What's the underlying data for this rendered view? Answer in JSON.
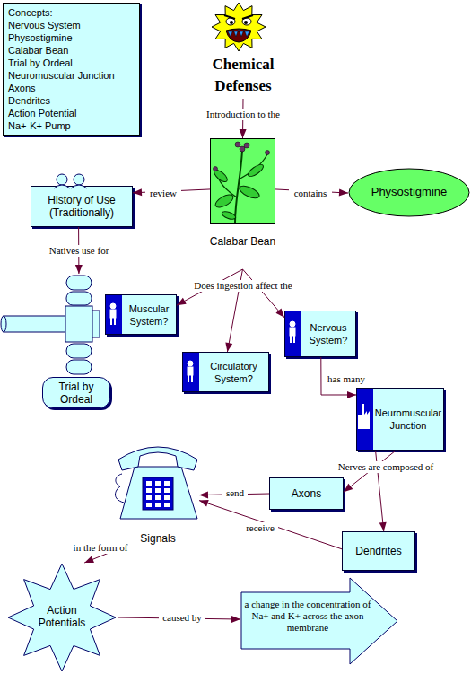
{
  "diagram": {
    "nodes": [
      {
        "text": [
          "Concepts:",
          "Nervous System",
          "Physostigmine",
          "Calabar Bean",
          "Trial by Ordeal",
          "Neuromuscular Junction",
          "Axons",
          "Dendrites",
          "Action Potential",
          "Na+-K+ Pump"
        ]
      },
      {
        "text": [
          "Chemical Defenses"
        ]
      },
      {
        "text": [
          "Calabar Bean"
        ]
      },
      {
        "text": [
          "History of Use (Traditionally)"
        ]
      },
      {
        "text": [
          "Physostigmine"
        ]
      },
      {
        "text": [
          "Trial by Ordeal"
        ]
      },
      {
        "text": [
          "Muscular System?"
        ]
      },
      {
        "text": [
          "Circulatory System?"
        ]
      },
      {
        "text": [
          "Nervous System?"
        ]
      },
      {
        "text": [
          "Neuromuscular Junction"
        ]
      },
      {
        "text": [
          "Axons"
        ]
      },
      {
        "text": [
          "Signals"
        ]
      },
      {
        "text": [
          "Dendrites"
        ]
      },
      {
        "text": [
          "Action Potentials"
        ]
      },
      {
        "text": [
          "a change in the concentration of Na+ and K+ across the axon membrane"
        ]
      }
    ],
    "edges": [
      {
        "from": 1,
        "to": 2,
        "label": "Introduction to the",
        "arrow": "to"
      },
      {
        "from": 2,
        "to": 3,
        "label": "review",
        "arrow": "to"
      },
      {
        "from": 2,
        "to": 4,
        "label": "contains",
        "arrow": "to"
      },
      {
        "from": 3,
        "to": 5,
        "label": "Natives use for",
        "arrow": "to"
      },
      {
        "from": 2,
        "to": 6,
        "label": "Does ingestion affect the",
        "arrow": "to"
      },
      {
        "from": 2,
        "to": 7,
        "arrow": "to"
      },
      {
        "from": 2,
        "to": 8,
        "arrow": "to"
      },
      {
        "from": 8,
        "to": 9,
        "label": "has many",
        "arrow": "to"
      },
      {
        "from": 9,
        "to": 10,
        "label": "Nerves are composed of",
        "arrow": "to"
      },
      {
        "from": 9,
        "to": 12,
        "arrow": "to"
      },
      {
        "from": 10,
        "to": 11,
        "label": "send",
        "arrow": "to"
      },
      {
        "from": 12,
        "to": 11,
        "label": "receive",
        "arrow": "to"
      },
      {
        "from": 11,
        "to": 13,
        "label": "in the form of",
        "arrow": "to"
      },
      {
        "from": 13,
        "to": 14,
        "label": "caused by",
        "arrow": "to"
      }
    ]
  }
}
